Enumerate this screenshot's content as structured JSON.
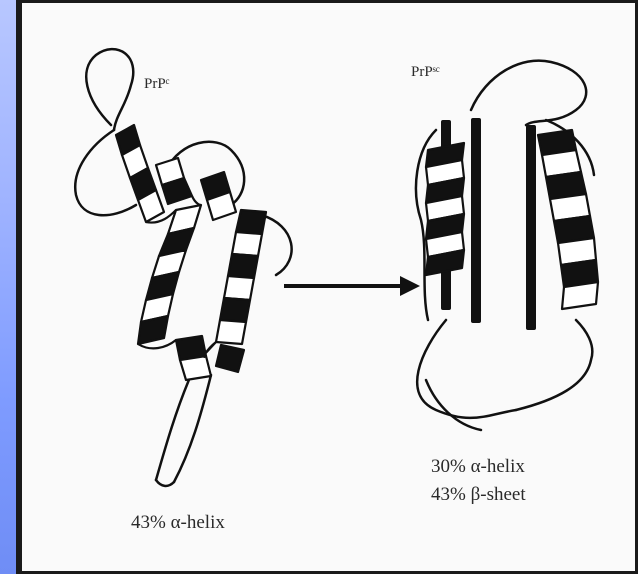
{
  "left_structure": {
    "name": "PrPᶜ",
    "composition": "43% α-helix"
  },
  "right_structure": {
    "name": "PrPˢᶜ",
    "composition_line1": "30% α-helix",
    "composition_line2": "43% β-sheet"
  },
  "colors": {
    "side_band": "#8aa2ff",
    "ink": "#111111",
    "frame": "#1a1a1a"
  }
}
